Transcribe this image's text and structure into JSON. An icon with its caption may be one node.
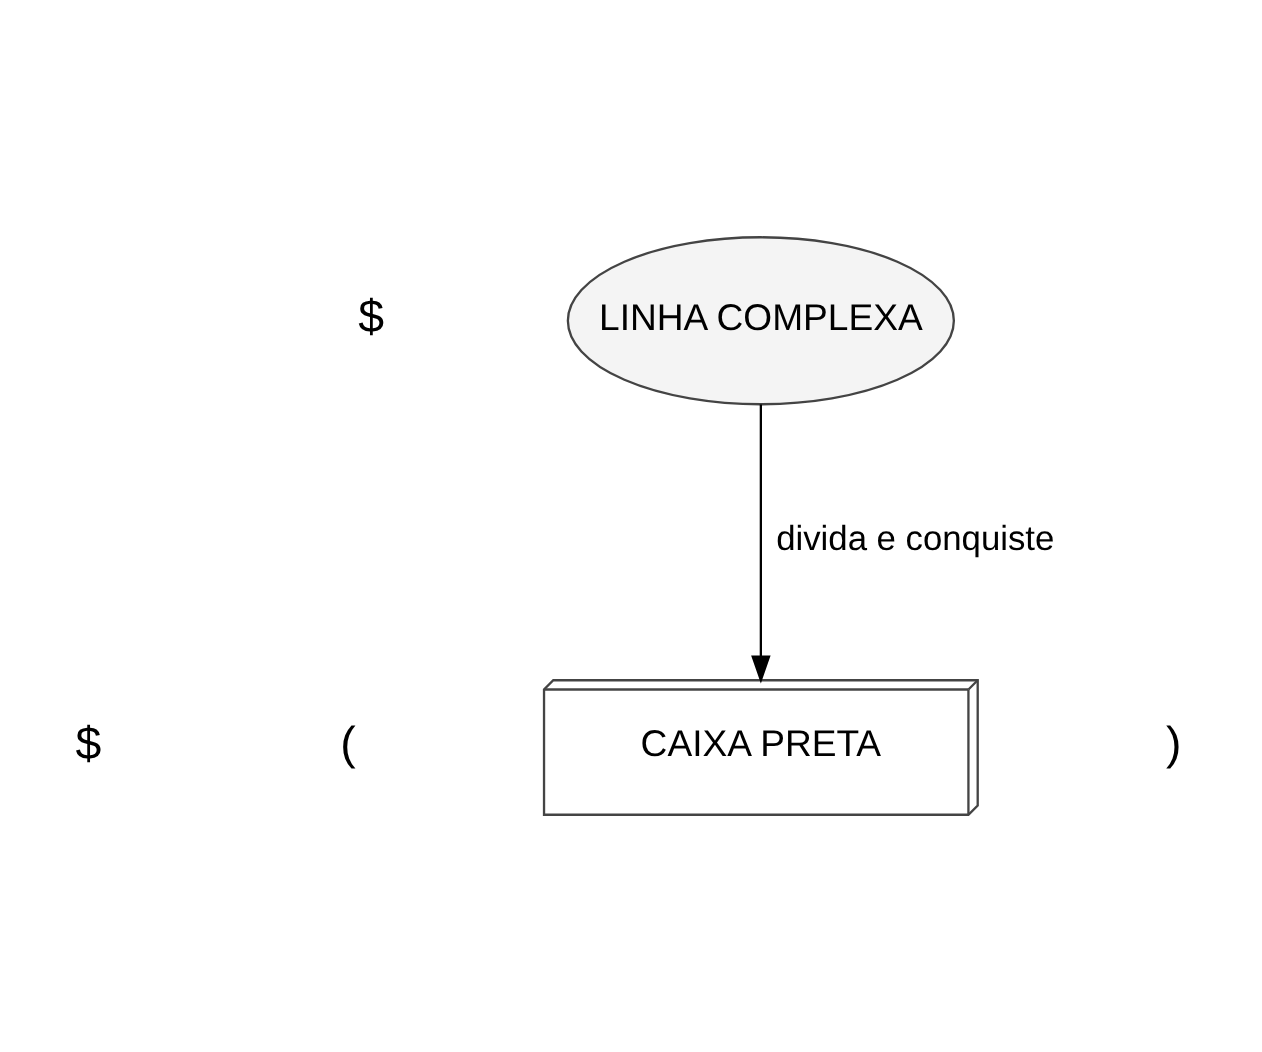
{
  "diagram": {
    "nodes": [
      {
        "text": [
          "LINHA COMPLEXA"
        ]
      },
      {
        "text": [
          "CAIXA PRETA"
        ]
      }
    ],
    "edges": [
      {
        "from": 0,
        "to": 1,
        "arrow": "to",
        "label": "divida e conquiste"
      }
    ],
    "labels": [
      "$",
      "$",
      "(",
      ")"
    ]
  }
}
